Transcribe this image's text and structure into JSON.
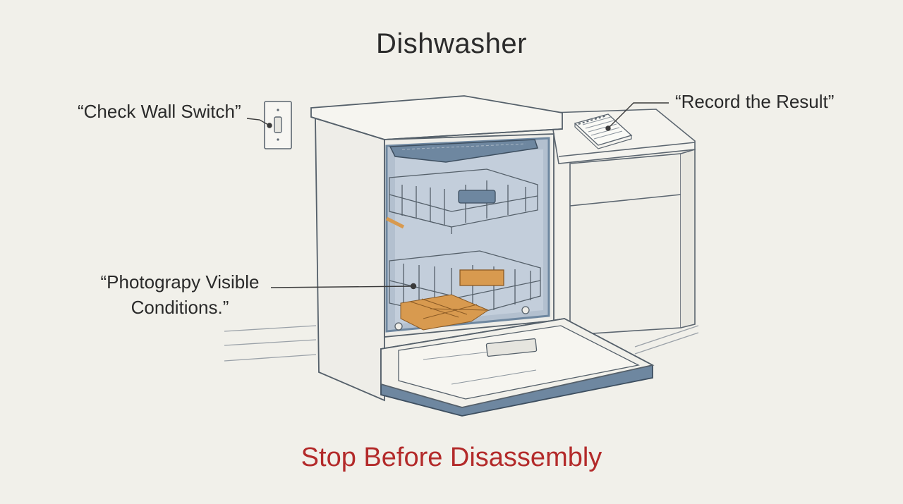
{
  "title": "Dishwasher",
  "callouts": {
    "wall_switch": "“Check Wall Switch”",
    "record_result": "“Record the Result”",
    "photograph_line1": "“Photograpy Visible",
    "photograph_line2": "Conditions.”"
  },
  "warning": "Stop Before Disassembly",
  "colors": {
    "background": "#f1f0ea",
    "outline": "#55606a",
    "tub_interior": "#b3c0cf",
    "door_trim": "#6e87a0",
    "warning_red": "#b32a2a",
    "utensil_orange": "#d89a4f"
  }
}
